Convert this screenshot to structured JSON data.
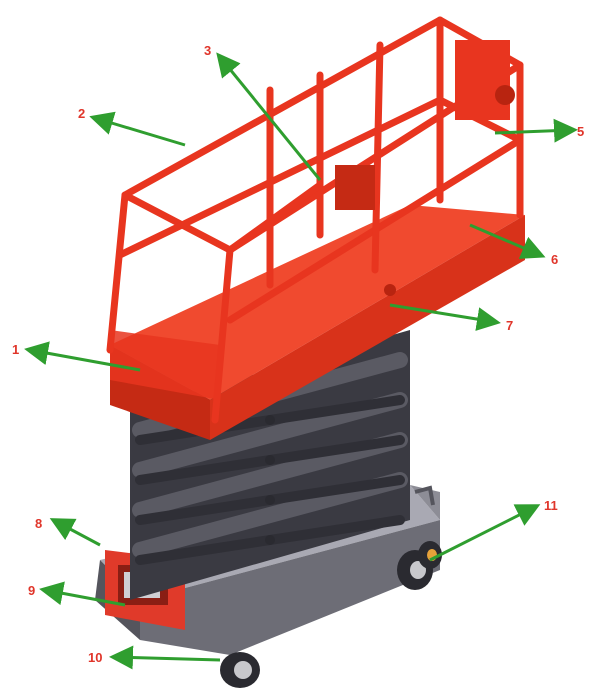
{
  "colors": {
    "rail": "#e8351f",
    "rail_dark": "#b82410",
    "platform_top": "#f04a2f",
    "platform_side": "#d8321a",
    "scissor": "#4f4f57",
    "scissor_dark": "#2f2f36",
    "base_top": "#a9a9b3",
    "base_side": "#6d6d76",
    "wheel": "#2a2a30",
    "arrow": "#2f9e2f",
    "label": "#e0352a"
  },
  "callouts": [
    {
      "id": "1",
      "text": "1"
    },
    {
      "id": "2",
      "text": "2"
    },
    {
      "id": "3",
      "text": "3"
    },
    {
      "id": "5",
      "text": "5"
    },
    {
      "id": "6",
      "text": "6"
    },
    {
      "id": "7",
      "text": "7"
    },
    {
      "id": "8",
      "text": "8"
    },
    {
      "id": "9",
      "text": "9"
    },
    {
      "id": "10",
      "text": "10"
    },
    {
      "id": "11",
      "text": "11"
    }
  ]
}
